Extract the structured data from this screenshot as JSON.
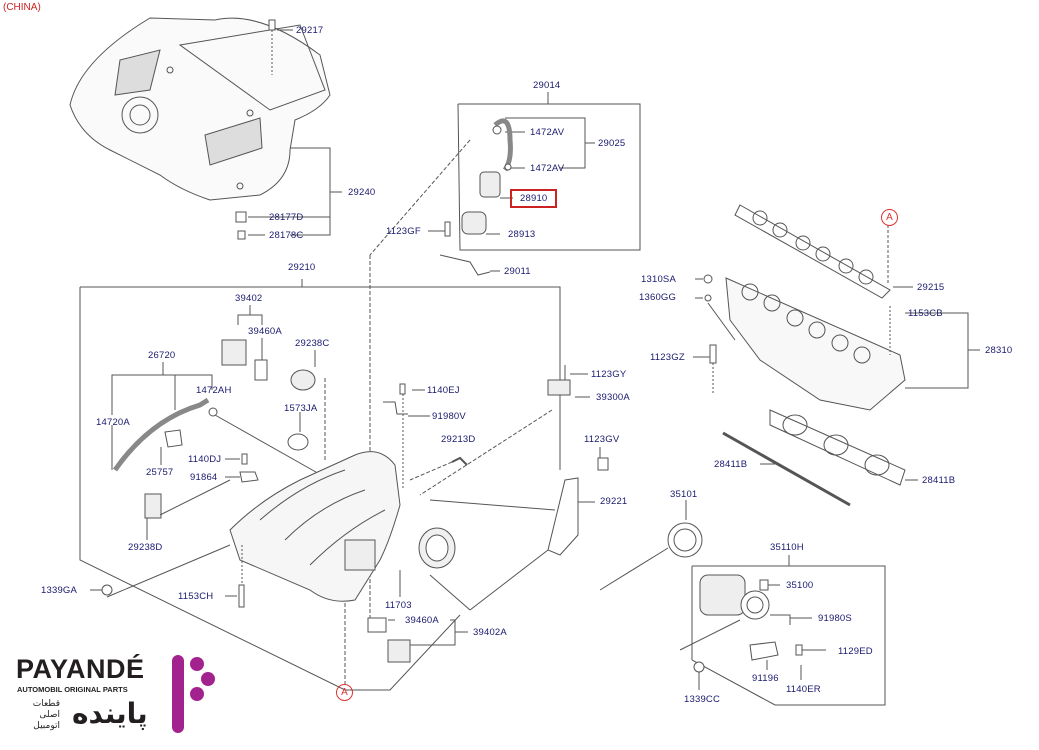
{
  "region_label": "(CHINA)",
  "highlighted_part": "28910",
  "reference_marker": "A",
  "colors": {
    "label_text": "#1a1a6e",
    "highlight": "#cc2222",
    "brand_accent": "#a3238e",
    "line": "#555555"
  },
  "parts": {
    "p29217": "29217",
    "p29240": "29240",
    "p28177D": "28177D",
    "p28178C": "28178C",
    "p29014": "29014",
    "p1472AV_a": "1472AV",
    "p1472AV_b": "1472AV",
    "p29025": "29025",
    "p28910": "28910",
    "p28913": "28913",
    "p1123GF": "1123GF",
    "p29011": "29011",
    "p29210": "29210",
    "p39402": "39402",
    "p39460A_top": "39460A",
    "p29238C": "29238C",
    "p26720": "26720",
    "p1472AH": "1472AH",
    "p1573JA": "1573JA",
    "p14720A": "14720A",
    "p25757": "25757",
    "p1140DJ": "1140DJ",
    "p91864": "91864",
    "p29238D": "29238D",
    "p1339GA": "1339GA",
    "p1153CH": "1153CH",
    "p11703": "11703",
    "p39460A_bot": "39460A",
    "p39402A": "39402A",
    "p1140EJ": "1140EJ",
    "p91980V": "91980V",
    "p29213D": "29213D",
    "p1123GY": "1123GY",
    "p39300A": "39300A",
    "p1123GV": "1123GV",
    "p29221": "29221",
    "p29215": "29215",
    "p1310SA": "1310SA",
    "p1360GG": "1360GG",
    "p1153CB": "1153CB",
    "p28310": "28310",
    "p1123GZ": "1123GZ",
    "p28411B_a": "28411B",
    "p28411B_b": "28411B",
    "p35101": "35101",
    "p35110H": "35110H",
    "p35100": "35100",
    "p91980S": "91980S",
    "p1129ED": "1129ED",
    "p91196": "91196",
    "p1140ER": "1140ER",
    "p1339CC": "1339CC"
  },
  "logo": {
    "brand": "PAYANDÉ",
    "tagline": "AUTOMOBIL ORIGINAL PARTS",
    "persian_name": "پاینده",
    "persian_tagline_1": "قطعات",
    "persian_tagline_2": "اصلی",
    "persian_tagline_3": "اتومبیل"
  }
}
